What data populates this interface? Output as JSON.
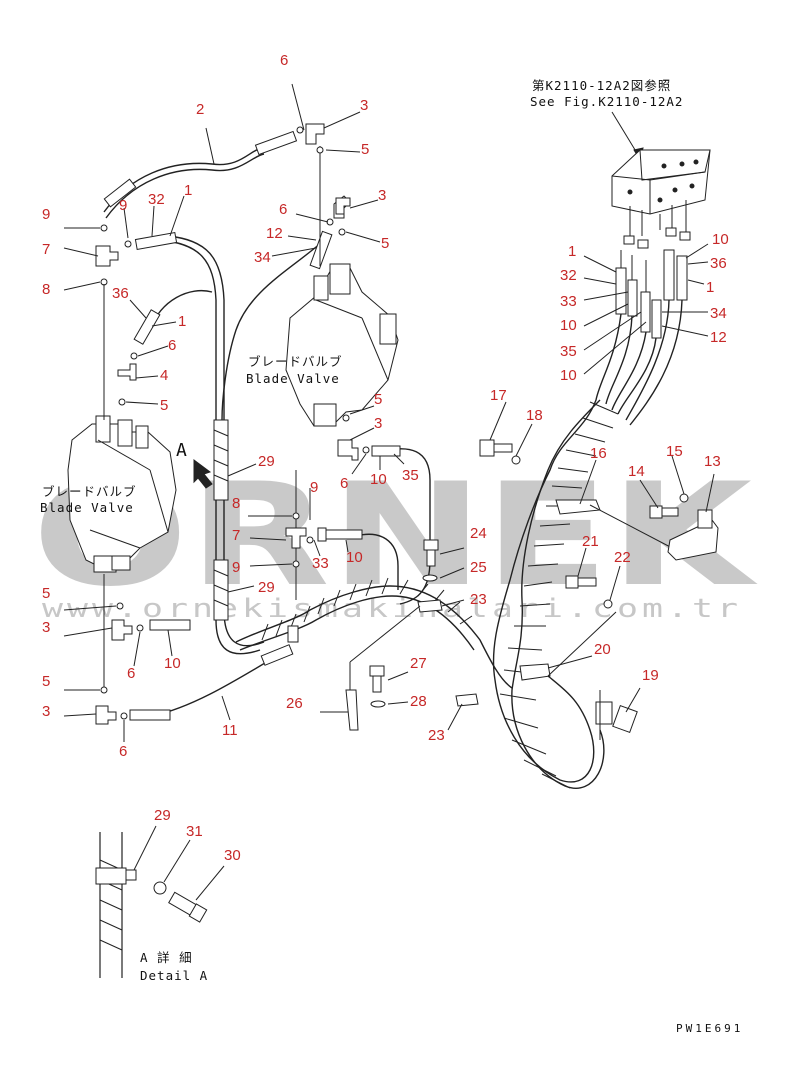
{
  "header": {
    "ref_jp": "第K2110-12A2図参照",
    "ref_en": "See Fig.K2110-12A2"
  },
  "labels": {
    "valve_left_jp": "ブレードバルブ",
    "valve_left_en": "Blade Valve",
    "valve_right_jp": "ブレードバルブ",
    "valve_right_en": "Blade Valve",
    "view_marker": "A",
    "detail_jp": "A 詳 細",
    "detail_en": "Detail A",
    "drawing_code": "PW1E691"
  },
  "watermark": {
    "brand": "ORNEK",
    "url": "www.ornekismakinalari.com.tr"
  },
  "callouts": [
    {
      "id": "c1",
      "text": "6"
    },
    {
      "id": "c2",
      "text": "2"
    },
    {
      "id": "c3",
      "text": "3"
    },
    {
      "id": "c4",
      "text": "5"
    },
    {
      "id": "c5",
      "text": "1"
    },
    {
      "id": "c6",
      "text": "9"
    },
    {
      "id": "c7",
      "text": "32"
    },
    {
      "id": "c8",
      "text": "9"
    },
    {
      "id": "c9",
      "text": "7"
    },
    {
      "id": "c10",
      "text": "8"
    },
    {
      "id": "c11",
      "text": "36"
    },
    {
      "id": "c12",
      "text": "1"
    },
    {
      "id": "c13",
      "text": "6"
    },
    {
      "id": "c14",
      "text": "4"
    },
    {
      "id": "c15",
      "text": "5"
    },
    {
      "id": "c16",
      "text": "6"
    },
    {
      "id": "c17",
      "text": "3"
    },
    {
      "id": "c18",
      "text": "12"
    },
    {
      "id": "c19",
      "text": "5"
    },
    {
      "id": "c20",
      "text": "34"
    },
    {
      "id": "c21",
      "text": "1"
    },
    {
      "id": "c22",
      "text": "32"
    },
    {
      "id": "c23",
      "text": "33"
    },
    {
      "id": "c24",
      "text": "10"
    },
    {
      "id": "c25",
      "text": "35"
    },
    {
      "id": "c26",
      "text": "10"
    },
    {
      "id": "c27",
      "text": "10"
    },
    {
      "id": "c28",
      "text": "36"
    },
    {
      "id": "c29",
      "text": "1"
    },
    {
      "id": "c30",
      "text": "34"
    },
    {
      "id": "c31",
      "text": "12"
    },
    {
      "id": "c32",
      "text": "5"
    },
    {
      "id": "c33",
      "text": "3"
    },
    {
      "id": "c34",
      "text": "6"
    },
    {
      "id": "c35",
      "text": "10"
    },
    {
      "id": "c36",
      "text": "35"
    },
    {
      "id": "c37",
      "text": "29"
    },
    {
      "id": "c38",
      "text": "9"
    },
    {
      "id": "c39",
      "text": "8"
    },
    {
      "id": "c40",
      "text": "7"
    },
    {
      "id": "c41",
      "text": "33"
    },
    {
      "id": "c42",
      "text": "10"
    },
    {
      "id": "c43",
      "text": "9"
    },
    {
      "id": "c44",
      "text": "29"
    },
    {
      "id": "c45",
      "text": "17"
    },
    {
      "id": "c46",
      "text": "18"
    },
    {
      "id": "c47",
      "text": "16"
    },
    {
      "id": "c48",
      "text": "15"
    },
    {
      "id": "c49",
      "text": "13"
    },
    {
      "id": "c50",
      "text": "14"
    },
    {
      "id": "c51",
      "text": "24"
    },
    {
      "id": "c52",
      "text": "25"
    },
    {
      "id": "c53",
      "text": "23"
    },
    {
      "id": "c54",
      "text": "21"
    },
    {
      "id": "c55",
      "text": "22"
    },
    {
      "id": "c56",
      "text": "5"
    },
    {
      "id": "c57",
      "text": "3"
    },
    {
      "id": "c58",
      "text": "6"
    },
    {
      "id": "c59",
      "text": "10"
    },
    {
      "id": "c60",
      "text": "5"
    },
    {
      "id": "c61",
      "text": "3"
    },
    {
      "id": "c62",
      "text": "6"
    },
    {
      "id": "c63",
      "text": "11"
    },
    {
      "id": "c64",
      "text": "27"
    },
    {
      "id": "c65",
      "text": "28"
    },
    {
      "id": "c66",
      "text": "26"
    },
    {
      "id": "c67",
      "text": "20"
    },
    {
      "id": "c68",
      "text": "19"
    },
    {
      "id": "c69",
      "text": "23"
    },
    {
      "id": "c70",
      "text": "29"
    },
    {
      "id": "c71",
      "text": "31"
    },
    {
      "id": "c72",
      "text": "30"
    }
  ]
}
